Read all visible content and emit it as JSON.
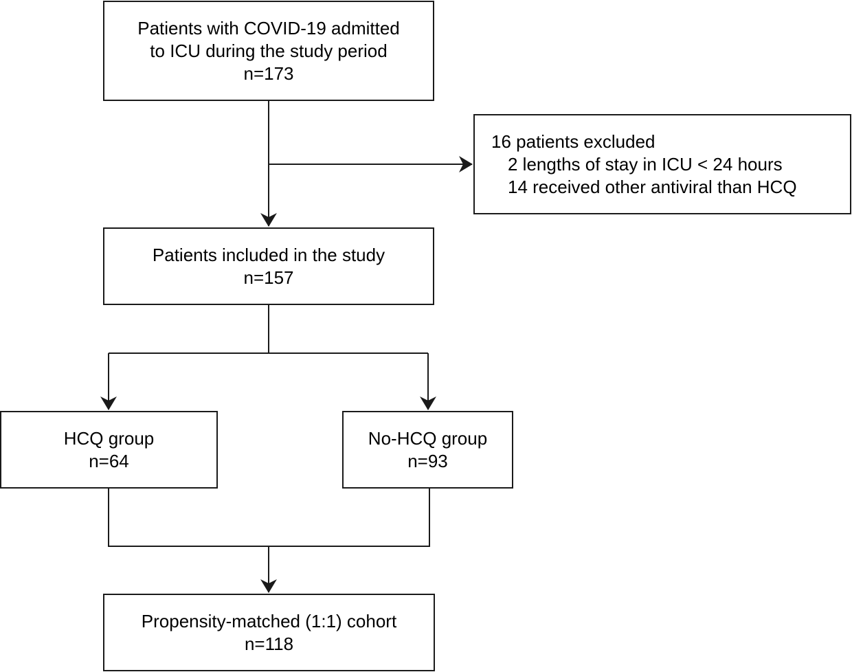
{
  "colors": {
    "line": "#1a1a1a",
    "background": "#ffffff",
    "text": "#000000"
  },
  "boxes": {
    "start": {
      "line1": "Patients with COVID-19 admitted",
      "line2": "to ICU during the study period",
      "count": "n=173"
    },
    "excluded": {
      "title": "16 patients excluded",
      "reason1": "2 lengths of stay in ICU < 24 hours",
      "reason2": "14 received other antiviral than HCQ"
    },
    "included": {
      "label": "Patients included in the study",
      "count": "n=157"
    },
    "hcq": {
      "label": "HCQ group",
      "count": "n=64"
    },
    "no_hcq": {
      "label": "No-HCQ group",
      "count": "n=93"
    },
    "matched": {
      "label": "Propensity-matched (1:1) cohort",
      "count": "n=118"
    }
  }
}
